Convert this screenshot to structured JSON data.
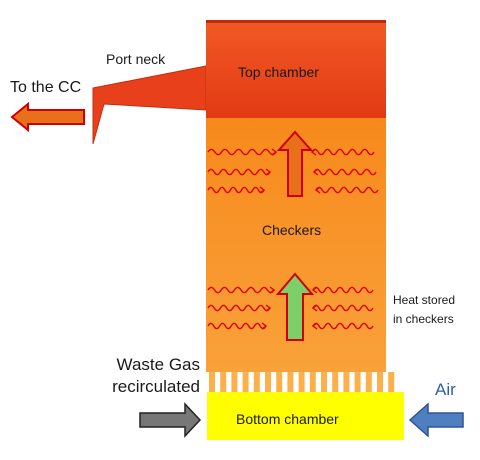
{
  "labels": {
    "port_neck": "Port neck",
    "to_cc": "To the CC",
    "top_chamber": "Top chamber",
    "checkers": "Checkers",
    "heat_stored_line1": "Heat stored",
    "heat_stored_line2": "in checkers",
    "waste_gas_line1": "Waste Gas",
    "waste_gas_line2": "recirculated",
    "bottom_chamber": "Bottom chamber",
    "air": "Air"
  },
  "colors": {
    "top_chamber": "#e8401a",
    "checkers": "#f7941d",
    "bottom_chamber": "#ffff00",
    "outlet_arrow": "#e8701a",
    "upper_flow_arrow": "#e8701a",
    "lower_flow_arrow": "#7dcf6a",
    "air_arrow": "#4f7fc0",
    "waste_gas_arrow": "#777777",
    "air_label": "#2f5fa8",
    "wavy_lines": "#e00000"
  }
}
